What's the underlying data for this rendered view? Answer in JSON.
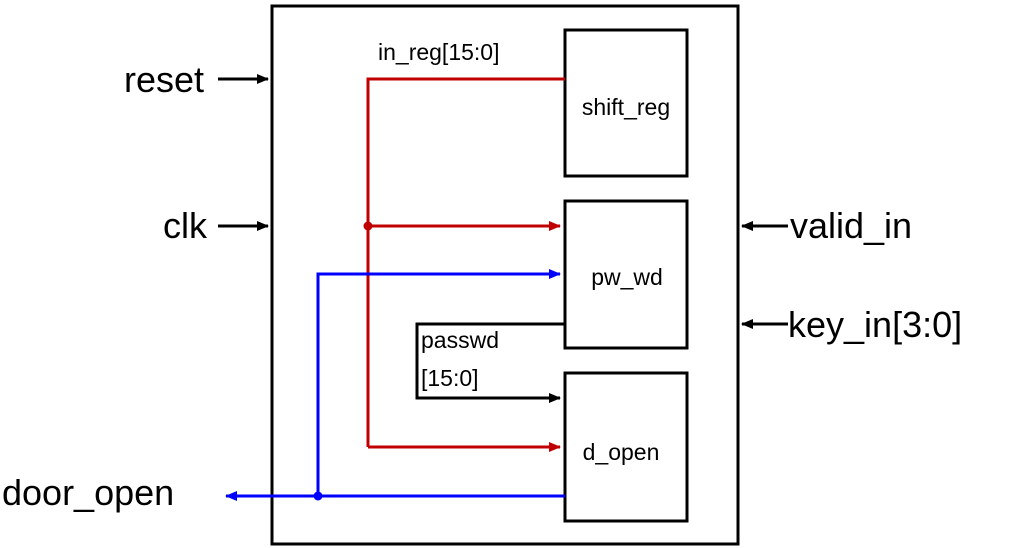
{
  "ports": {
    "reset": "reset",
    "clk": "clk",
    "valid_in": "valid_in",
    "key_in": "key_in[3:0]",
    "door_open": "door_open"
  },
  "blocks": {
    "shift_reg": "shift_reg",
    "pw_wd": "pw_wd",
    "d_open": "d_open"
  },
  "signals": {
    "in_reg": "in_reg[15:0]",
    "passwd_line1": "passwd",
    "passwd_line2": "[15:0]"
  },
  "colors": {
    "red_wire": "#c00000",
    "blue_wire": "#0000ff",
    "black_wire": "#000000"
  }
}
